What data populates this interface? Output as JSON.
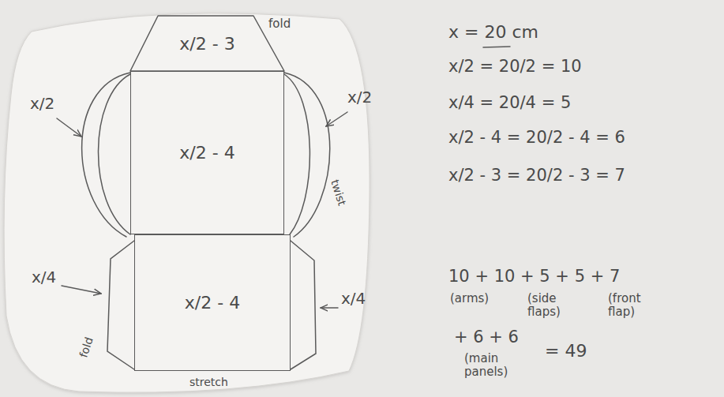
{
  "diagram": {
    "nodes": [
      {
        "text": [
          "x/2 - 3"
        ]
      },
      {
        "text": [
          "x/2 - 4"
        ]
      },
      {
        "text": [
          "x/2 - 4"
        ]
      }
    ],
    "labels": [
      "fold",
      "x/2",
      "x/2",
      "twist",
      "x/4",
      "x/4",
      "fold",
      "stretch",
      "x = 20 cm",
      "x/2 = 20/2 = 10",
      "x/4 = 20/4 = 5",
      "x/2 - 4 = 20/2 - 4 = 6",
      "x/2 - 3 = 20/2 - 3 = 7",
      "10 + 10 + 5 + 5 + 7",
      "(arms)",
      "(side flaps)",
      "(front flap)",
      "+ 6 + 6",
      "(main panels)",
      "= 49"
    ]
  }
}
